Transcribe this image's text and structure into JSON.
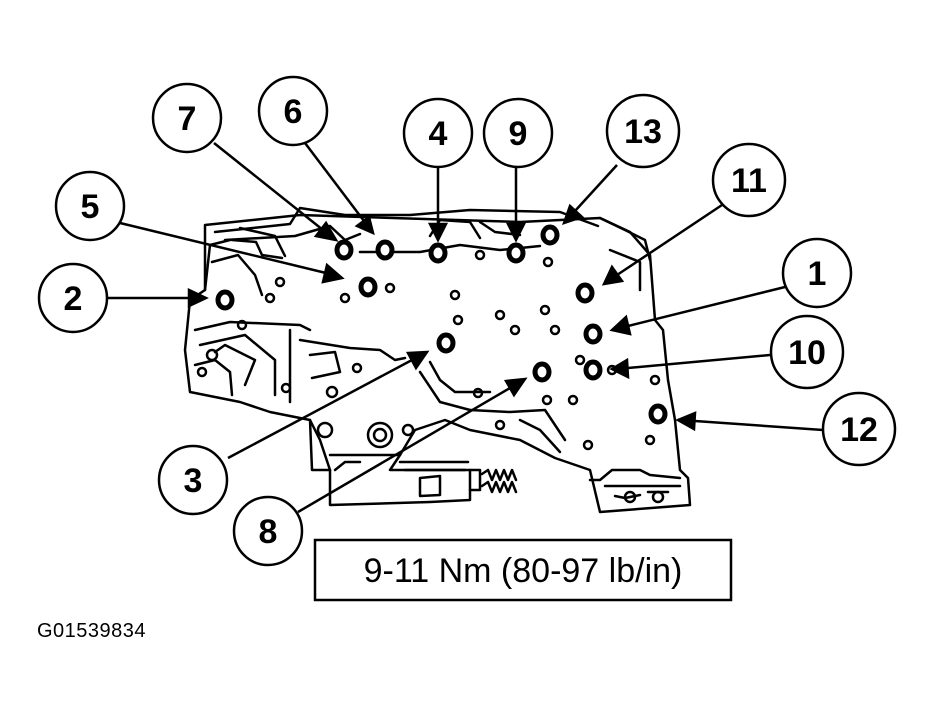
{
  "diagram": {
    "callouts": [
      "1",
      "2",
      "3",
      "4",
      "5",
      "6",
      "7",
      "8",
      "9",
      "10",
      "11",
      "12",
      "13"
    ],
    "torque_spec": "9-11 Nm (80-97 lb/in)",
    "figure_id": "G01539834"
  }
}
